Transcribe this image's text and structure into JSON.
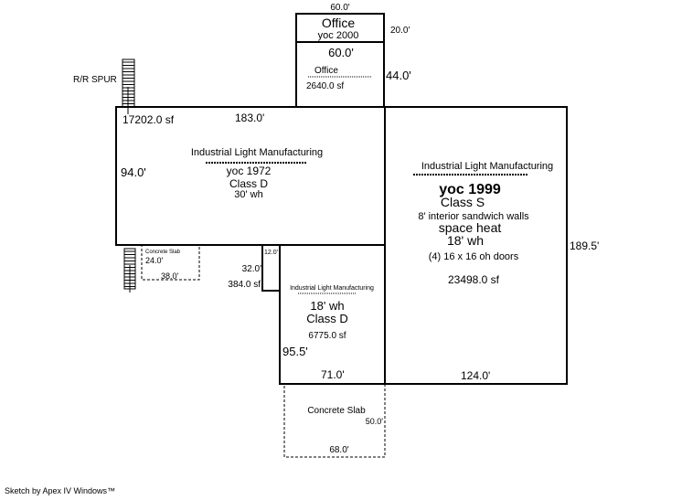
{
  "spur_label": "R/R SPUR",
  "office_top": {
    "name": "Office",
    "yoc": "yoc 2000",
    "width": "60.0'",
    "depth": "20.0'"
  },
  "office_lower": {
    "width": "60.0'",
    "name": "Office",
    "area": "2640.0 sf",
    "depth": "44.0'"
  },
  "main_left": {
    "area": "17202.0 sf",
    "width": "183.0'",
    "name": "Industrial Light Manufacturing",
    "yoc": "yoc 1972",
    "class": "Class D",
    "wall_height": "30' wh",
    "depth": "94.0'"
  },
  "main_right": {
    "name": "Industrial Light Manufacturing",
    "yoc": "yoc 1999",
    "class": "Class S",
    "walls": "8' interior sandwich walls",
    "heat": "space heat",
    "wall_height": "18' wh",
    "doors": "(4) 16 x 16 oh doors",
    "area": "23498.0 sf",
    "depth": "189.5'",
    "width": "124.0'"
  },
  "small_slab": {
    "name": "Concrete Slab",
    "depth": "24.0'",
    "width": "38.0'"
  },
  "small_room": {
    "width": "12.0'",
    "depth": "32.0'",
    "area": "384.0 sf"
  },
  "bottom_mid": {
    "name": "Industrial Light Manufacturing",
    "wall_height": "18' wh",
    "class": "Class D",
    "area": "6775.0 sf",
    "depth": "95.5'",
    "width": "71.0'"
  },
  "bottom_slab": {
    "name": "Concrete Slab",
    "depth": "50.0'",
    "width": "68.0'"
  },
  "footer": "Sketch by Apex IV Windows™"
}
